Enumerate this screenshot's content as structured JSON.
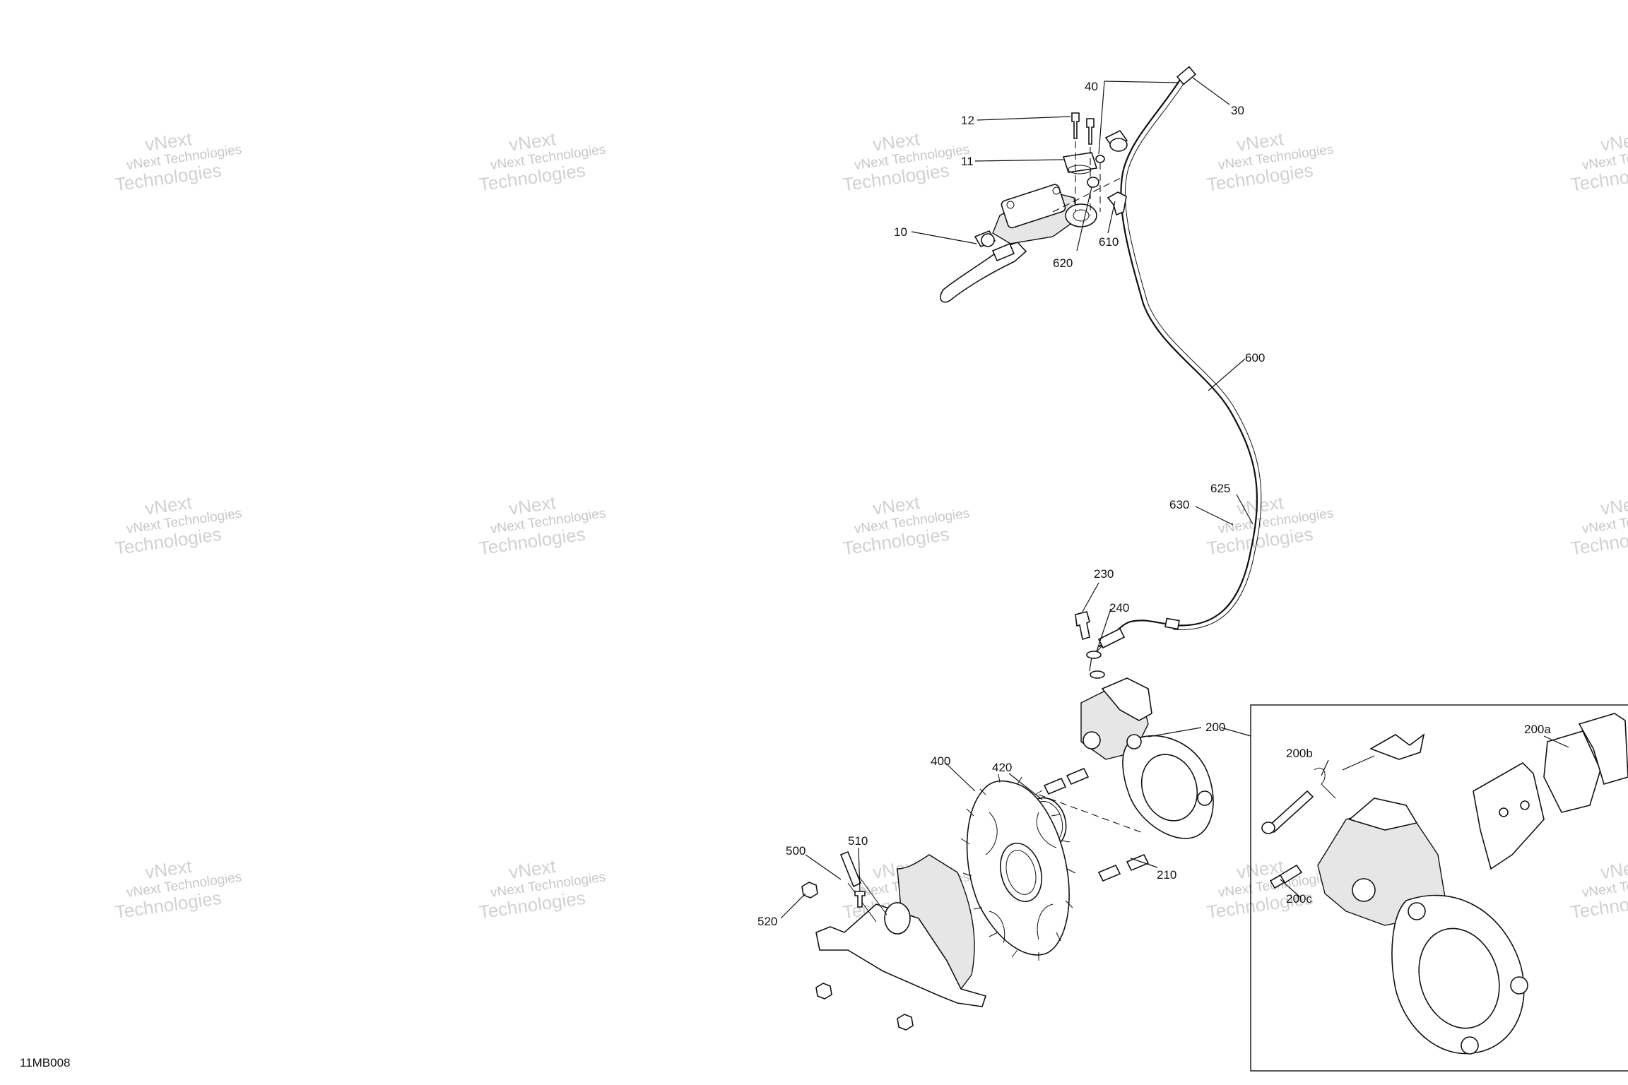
{
  "diagram": {
    "code": "11MB008",
    "watermark": {
      "line1": "vNext Technologies",
      "line2": "vNext",
      "line3": "Technologies"
    },
    "callouts": {
      "c10": "10",
      "c11": "11",
      "c12": "12",
      "c30": "30",
      "c40": "40",
      "c200": "200",
      "c200a": "200a",
      "c200b": "200b",
      "c200c": "200c",
      "c210": "210",
      "c230": "230",
      "c240": "240",
      "c400": "400",
      "c420": "420",
      "c500": "500",
      "c510": "510",
      "c520": "520",
      "c600": "600",
      "c610": "610",
      "c620": "620",
      "c625": "625",
      "c630": "630"
    }
  }
}
